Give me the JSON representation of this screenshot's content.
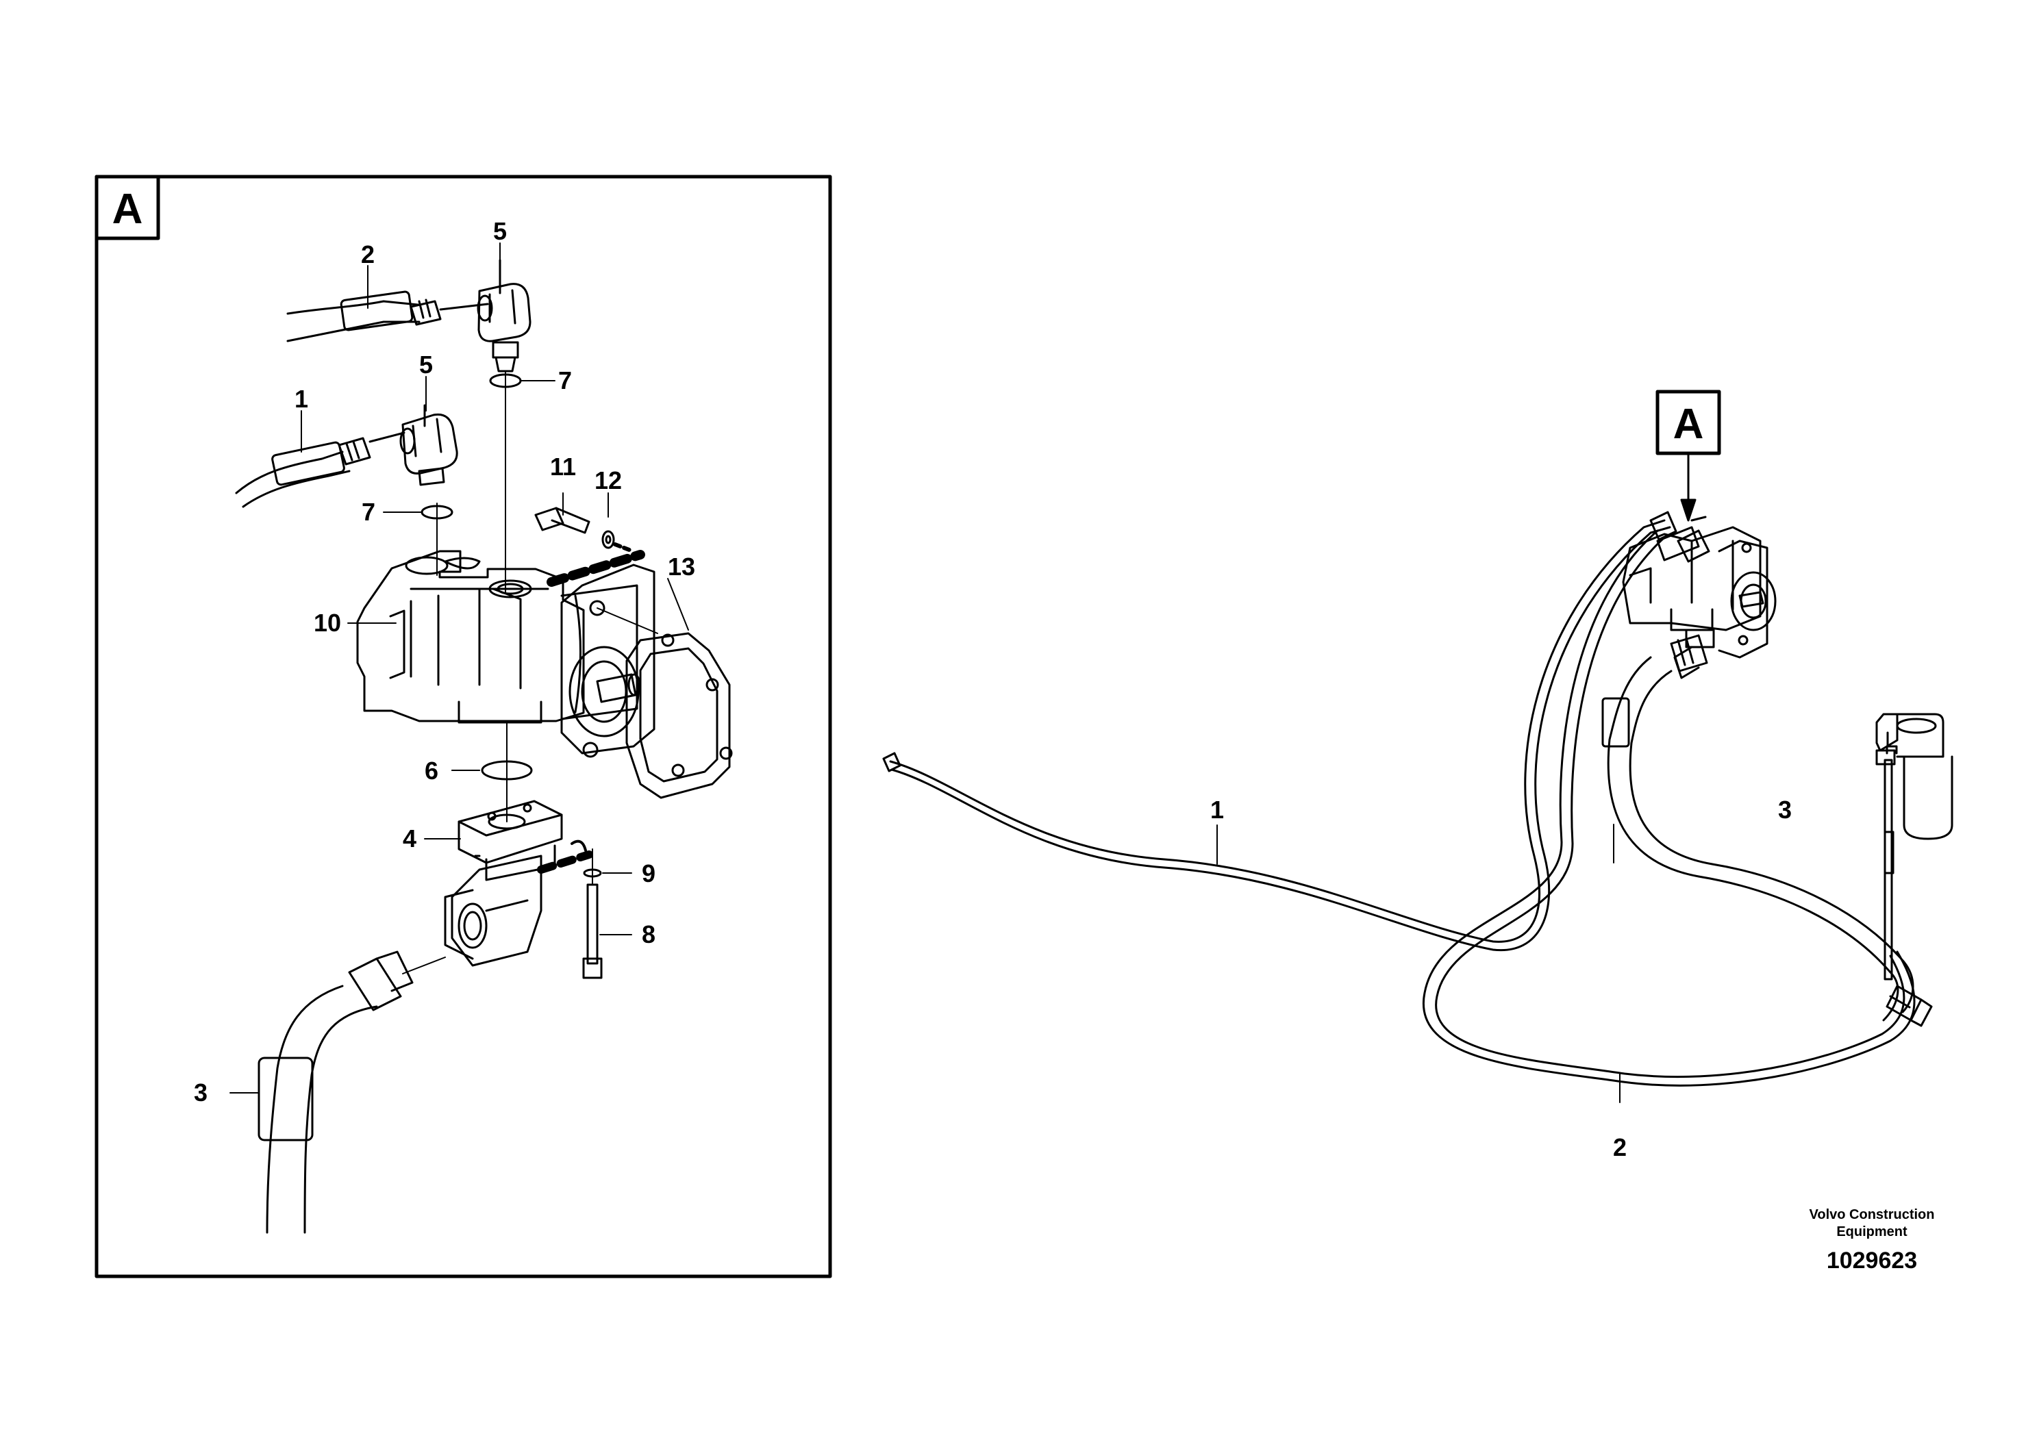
{
  "detail_view": {
    "letter": "A"
  },
  "main_view": {
    "callout_letter": "A"
  },
  "detail_labels": {
    "hose_1": "1",
    "hose_2": "2",
    "hose_3": "3",
    "flange_4": "4",
    "elbow_5a": "5",
    "elbow_5b": "5",
    "oring_6": "6",
    "oring_7a": "7",
    "oring_7b": "7",
    "screw_8": "8",
    "washer_9": "9",
    "pump_10": "10",
    "screw_11": "11",
    "washer_12": "12",
    "gasket_13": "13"
  },
  "main_labels": {
    "hose_1": "1",
    "hose_2": "2",
    "hose_3": "3"
  },
  "footer": {
    "brand_line1": "Volvo Construction",
    "brand_line2": "Equipment",
    "doc_number": "1029623"
  }
}
